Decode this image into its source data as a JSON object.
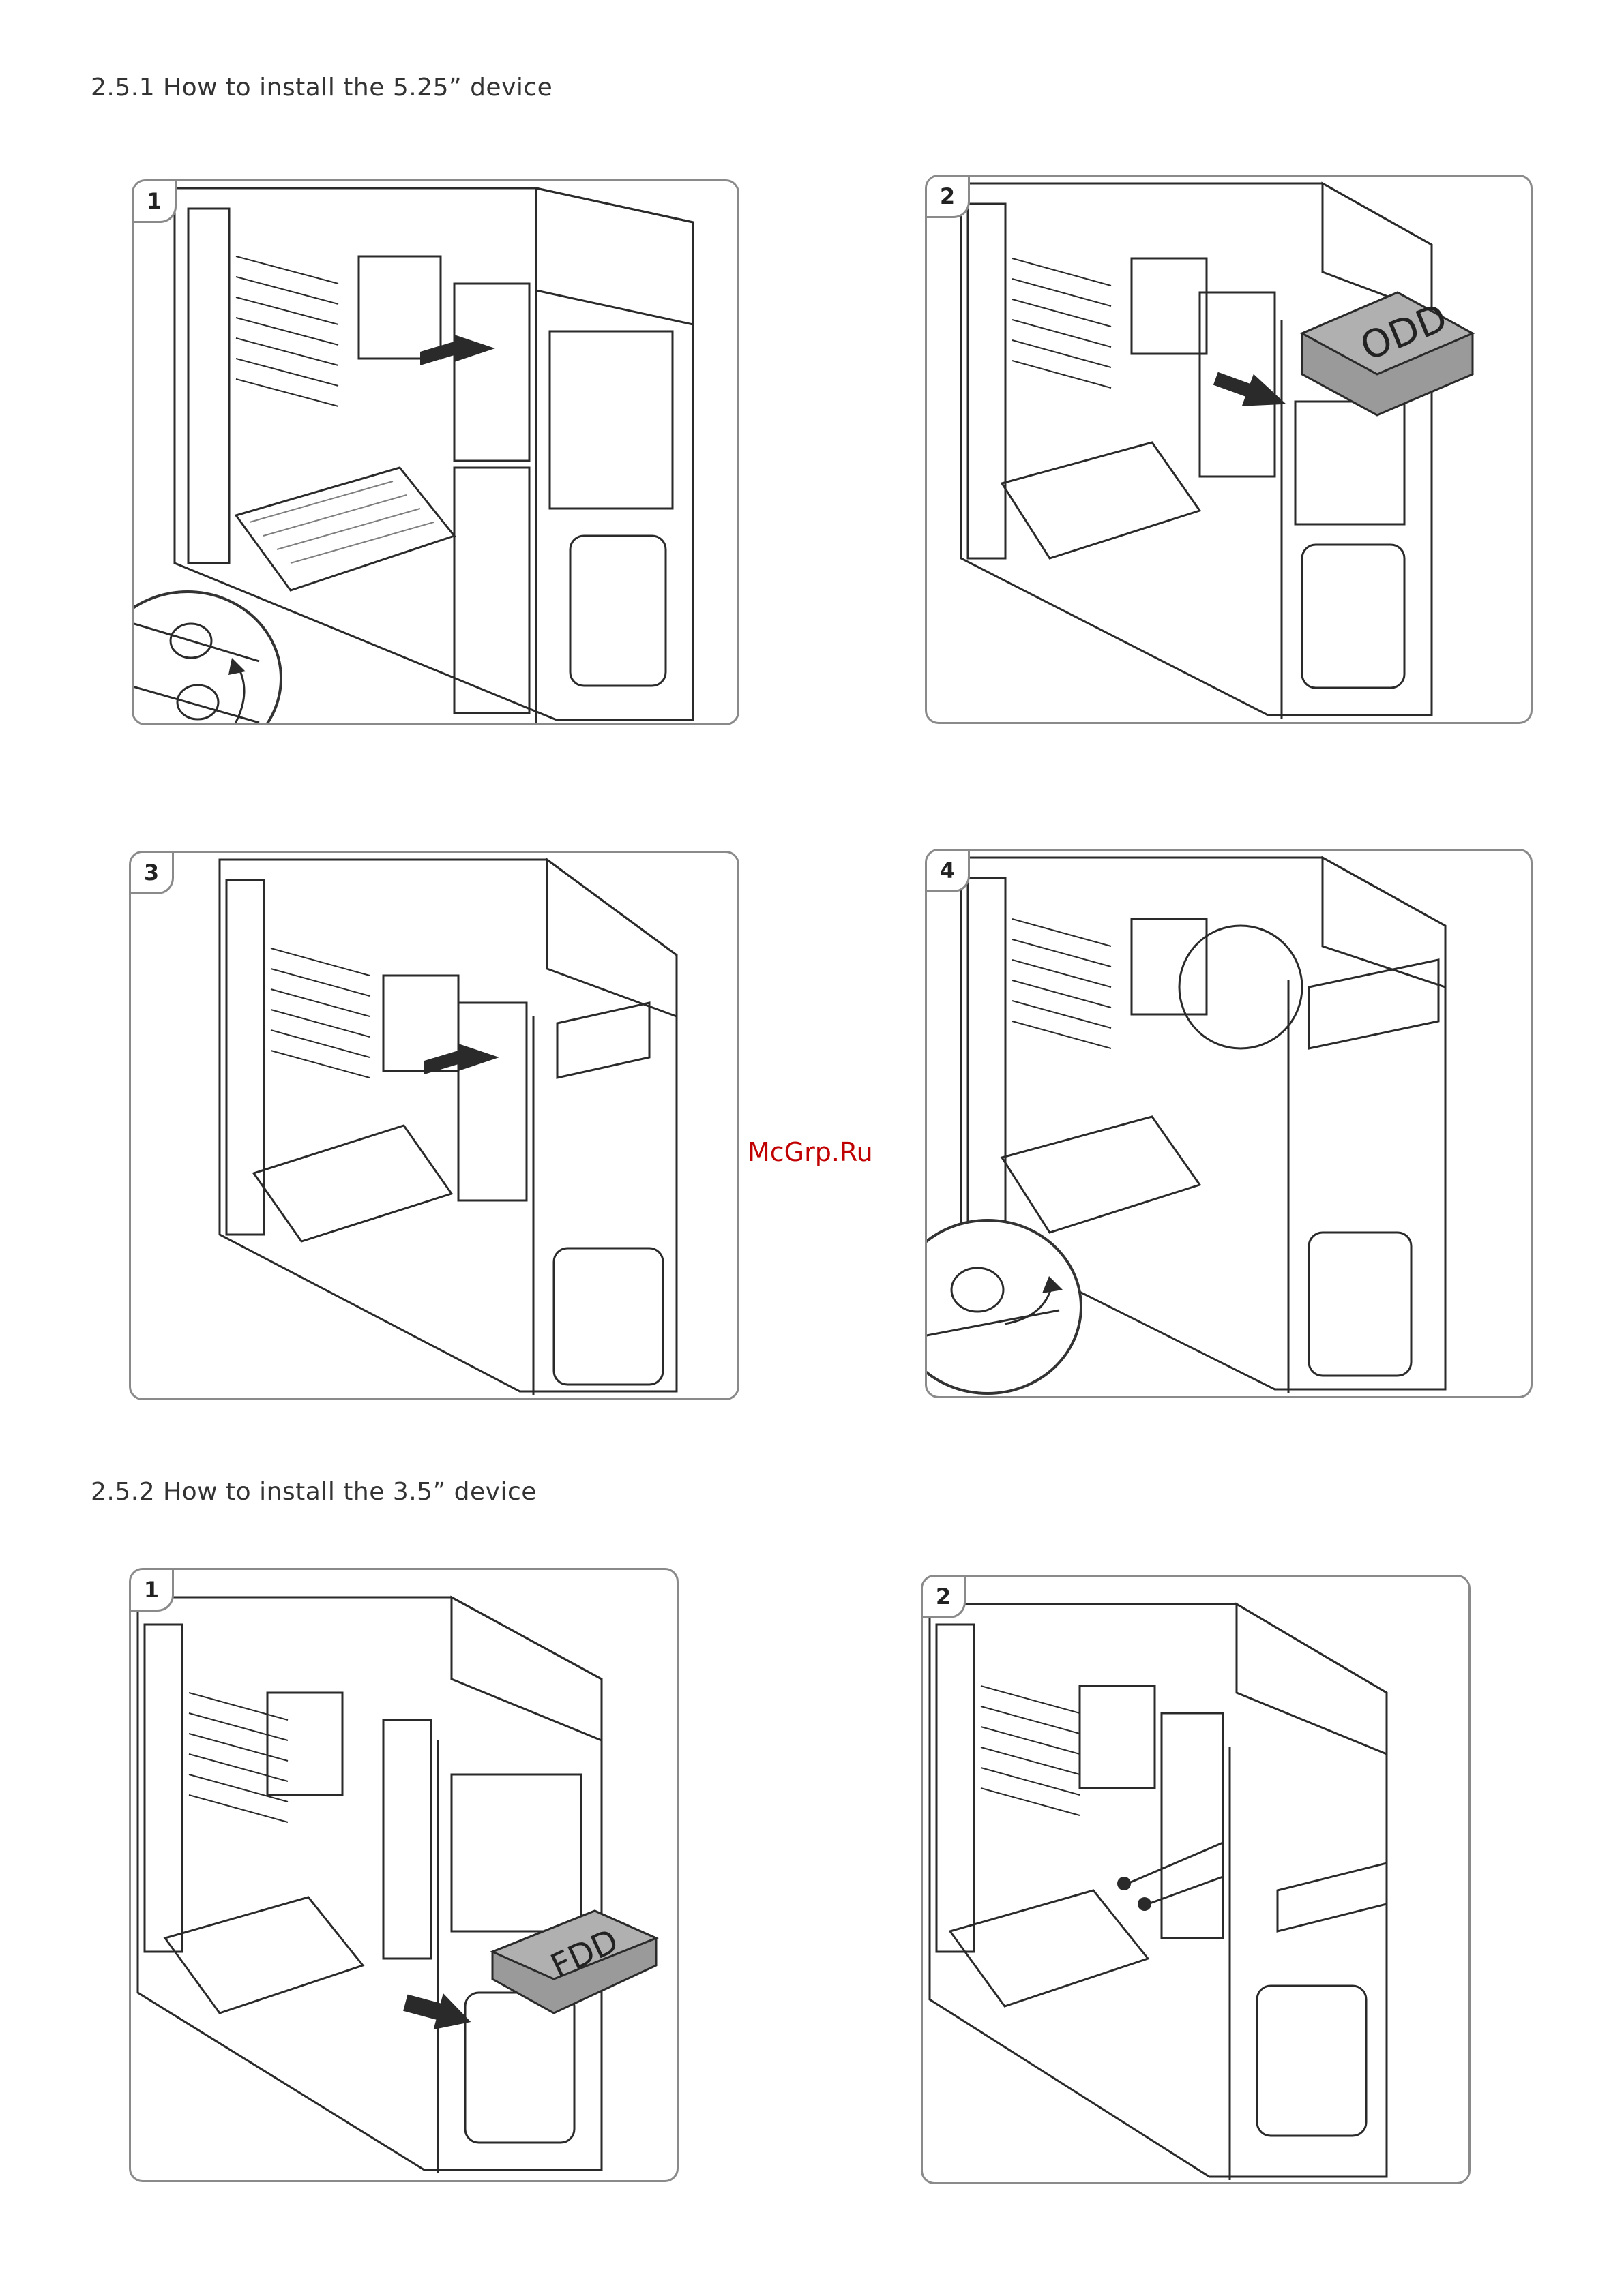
{
  "headings": {
    "section_525": "2.5.1 How to install the 5.25” device",
    "section_35": "2.5.2 How to install the 3.5” device"
  },
  "watermark": "McGrp.Ru",
  "steps_525": [
    {
      "number": "1"
    },
    {
      "number": "2",
      "device_label": "ODD"
    },
    {
      "number": "3"
    },
    {
      "number": "4"
    }
  ],
  "steps_35": [
    {
      "number": "1",
      "device_label": "FDD"
    },
    {
      "number": "2"
    }
  ],
  "colors": {
    "panel_border": "#8a8a8a",
    "line_art": "#2a2a2a",
    "device_fill": "#9a9a9a",
    "watermark": "#c00000"
  }
}
